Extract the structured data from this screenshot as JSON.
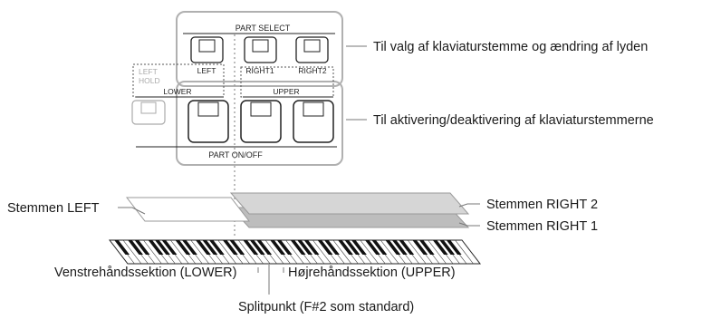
{
  "panel": {
    "part_select": "PART SELECT",
    "left": "LEFT",
    "right1": "RIGHT1",
    "right2": "RIGHT2",
    "left_hold_line1": "LEFT",
    "left_hold_line2": "HOLD",
    "lower": "LOWER",
    "upper": "UPPER",
    "part_on_off": "PART ON/OFF"
  },
  "callouts": {
    "part_select_desc": "Til valg af klaviaturstemme og ændring af lyden",
    "on_off_desc": "Til aktivering/deaktivering af klaviaturstemmerne"
  },
  "voices": {
    "left": "Stemmen LEFT",
    "right2": "Stemmen RIGHT 2",
    "right1": "Stemmen RIGHT 1"
  },
  "keyboard": {
    "lower_section": "Venstrehåndssektion (LOWER)",
    "upper_section": "Højrehåndssektion (UPPER)",
    "split_point": "Splitpunkt (F#2 som standard)"
  },
  "colors": {
    "panel_border": "#b0b0b0",
    "right2_fill": "#d6d6d6",
    "right1_fill": "#bdbdbd",
    "leader": "#777777"
  }
}
